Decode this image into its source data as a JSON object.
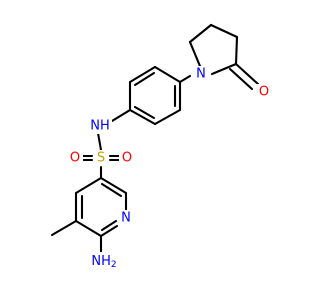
{
  "molecule": {
    "atoms": {
      "o_carbonyl": "O",
      "n_lactam": "N",
      "nh_sulfonamide": "NH",
      "sulfur": "S",
      "o_sulfonyl_left": "O",
      "o_sulfonyl_right": "O",
      "n_pyridine": "N",
      "amino": "NH",
      "amino_sub": "2"
    },
    "colors": {
      "bond": "#000000",
      "oxygen": "#ff0000",
      "nitrogen": "#0000ff",
      "sulfur": "#c8a000",
      "background": "#ffffff"
    }
  }
}
